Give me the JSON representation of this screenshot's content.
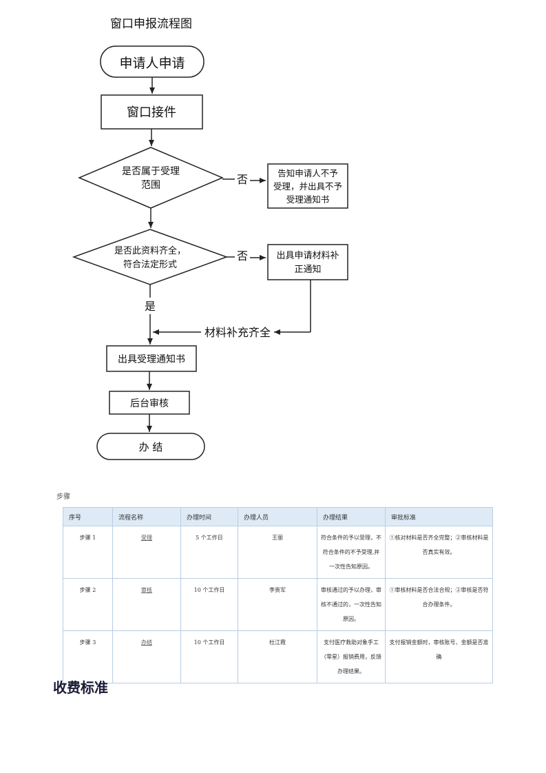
{
  "flowchart": {
    "title": "窗口申报流程图",
    "nodes": {
      "start": "申请人申请",
      "receive": "窗口接件",
      "decision1": [
        "是否属于受理",
        "范围"
      ],
      "reject_notice": [
        "告知申请人不予",
        "受理，并出具不予",
        "受理通知书"
      ],
      "decision2": [
        "是否此资料齐全，",
        "符合法定形式"
      ],
      "supplement_notice": [
        "出具申请材料补",
        "正通知"
      ],
      "accept_notice": "出具受理通知书",
      "review": "后台审核",
      "end": "办 结"
    },
    "edge_labels": {
      "no1": "否",
      "no2": "否",
      "yes": "是",
      "supplemented": "材料补充齐全"
    }
  },
  "steps_section": {
    "label": "步骤",
    "headers": [
      "序号",
      "流程名称",
      "办理时间",
      "办理人员",
      "办理结果",
      "审批标准"
    ],
    "rows": [
      {
        "no": "步骤 1",
        "name": "受理",
        "time": "5 个工作日",
        "person": "王丽",
        "result": "符合条件的予以受理，不符合条件的不予受理,并一次性告知原因。",
        "standard": "①核对材料是否齐全完整；②审核材料是否真实有效。"
      },
      {
        "no": "步骤 2",
        "name": "审核",
        "time": "10 个工作日",
        "person": "李贵军",
        "result": "审核通过的予以办理，审核不通过的，一次性告知原因。",
        "standard": "①审核材料是否合法合规；②审核是否符合办理条件。"
      },
      {
        "no": "步骤 3",
        "name": "办结",
        "time": "10 个工作日",
        "person": "杜江霞",
        "result": "支付医疗救助对象手工（零星）报销费用，反馈办理结果。",
        "standard": "支付报销金额时，审核账号、金额是否准确"
      }
    ]
  },
  "fee_section": {
    "title": "收费标准"
  }
}
